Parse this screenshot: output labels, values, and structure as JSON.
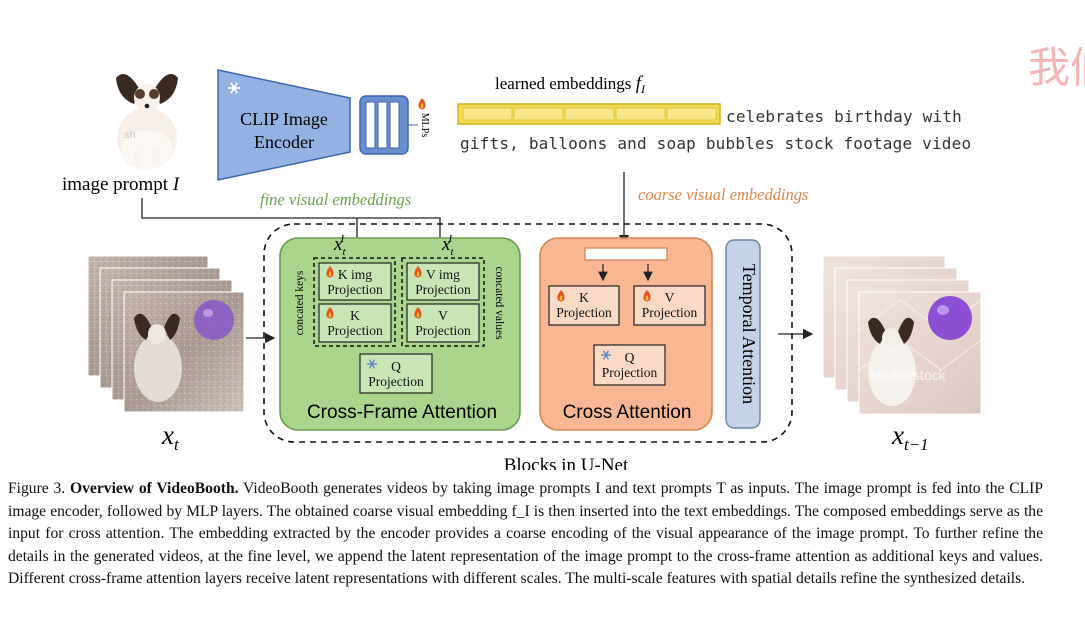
{
  "colors": {
    "clip_blue": "#8fb0df",
    "mlp_blue": "#5d86c9",
    "embed_yellow": "#f3da55",
    "green_fill": "#a9d58c",
    "green_edge": "#6e9b53",
    "orange_fill": "#f6b792",
    "orange_edge": "#d58552",
    "temporal_fill": "#c3d2e7",
    "green_text": "#6aa24c",
    "orange_text": "#e0854a",
    "watermark": "#f4b6b6"
  },
  "diagram": {
    "clip_encoder": "CLIP Image\nEncoder",
    "mlps": "MLPs",
    "image_prompt": "image prompt ",
    "image_prompt_symbol": "I",
    "learned_embeddings": "learned embeddings ",
    "learned_embeddings_symbol": "f",
    "learned_embeddings_sub": "I",
    "text_prompt_line1": "celebrates birthday with",
    "text_prompt_line2": "gifts, balloons and soap bubbles stock footage video",
    "fine_embeddings": "fine visual embeddings",
    "coarse_embeddings": "coarse visual embeddings",
    "x_t_sym": "x",
    "x_t_sub": "t",
    "x_t_sup": "I",
    "concated_keys": "concated keys",
    "concated_values": "concated values",
    "k_img_proj": "K img\nProjection",
    "v_img_proj": "V img\nProjection",
    "k_proj": "K\nProjection",
    "v_proj": "V\nProjection",
    "q_proj": "Q\nProjection",
    "cross_frame_attention": "Cross-Frame Attention",
    "cross_attention": "Cross Attention",
    "temporal_attention": "Temporal Attention",
    "blocks_label": "Blocks in U-Net",
    "input_label_sym": "x",
    "input_label_sub": "t",
    "output_label_sym": "x",
    "output_label_sub": "t−1",
    "watermark_text": "shutterstock",
    "watermark_short": "sh",
    "corner_watermark": "我们"
  },
  "caption": {
    "prefix": "Figure 3. ",
    "title": "Overview of VideoBooth.",
    "body": " VideoBooth generates videos by taking image prompts I and text prompts T as inputs. The image prompt is fed into the CLIP image encoder, followed by MLP layers. The obtained coarse visual embedding f_I is then inserted into the text embeddings. The composed embeddings serve as the input for cross attention. The embedding extracted by the encoder provides a coarse encoding of the visual appearance of the image prompt. To further refine the details in the generated videos, at the fine level, we append the latent representation of the image prompt to the cross-frame attention as additional keys and values. Different cross-frame attention layers receive latent representations with different scales. The multi-scale features with spatial details refine the synthesized details."
  }
}
